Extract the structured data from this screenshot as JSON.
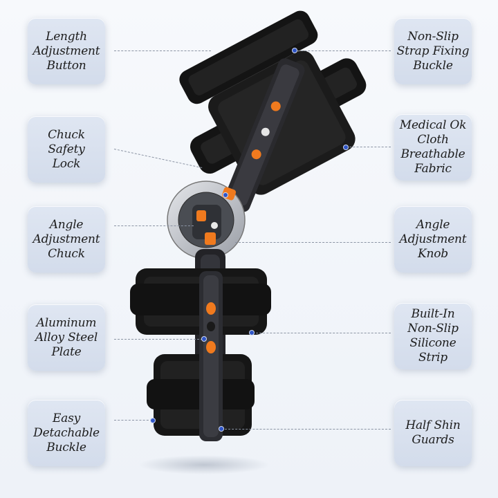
{
  "labels_left": [
    {
      "id": "length-adjustment-button",
      "text": "Length\nAdjustment\nButton"
    },
    {
      "id": "chuck-safety-lock",
      "text": "Chuck Safety\nLock"
    },
    {
      "id": "angle-adjustment-chuck",
      "text": "Angle\nAdjustment\nChuck"
    },
    {
      "id": "aluminum-alloy-steel-plate",
      "text": "Aluminum\nAlloy Steel\nPlate"
    },
    {
      "id": "easy-detachable-buckle",
      "text": "Easy\nDetachable\nBuckle"
    }
  ],
  "labels_right": [
    {
      "id": "non-slip-strap-fixing-buckle",
      "text": "Non-Slip\nStrap Fixing\nBuckle"
    },
    {
      "id": "medical-ok-cloth-fabric",
      "text": "Medical Ok\nCloth\nBreathable\nFabric"
    },
    {
      "id": "angle-adjustment-knob",
      "text": "Angle\nAdjustment\nKnob"
    },
    {
      "id": "built-in-silicone-strip",
      "text": "Built-In\nNon-Slip\nSilicone\nStrip"
    },
    {
      "id": "half-shin-guards",
      "text": "Half Shin\nGuards"
    }
  ],
  "colors": {
    "accent_orange": "#f07a1e",
    "pin_blue": "#2f55c7",
    "box_bg": "#d8e0ee",
    "brace_black": "#151515"
  }
}
